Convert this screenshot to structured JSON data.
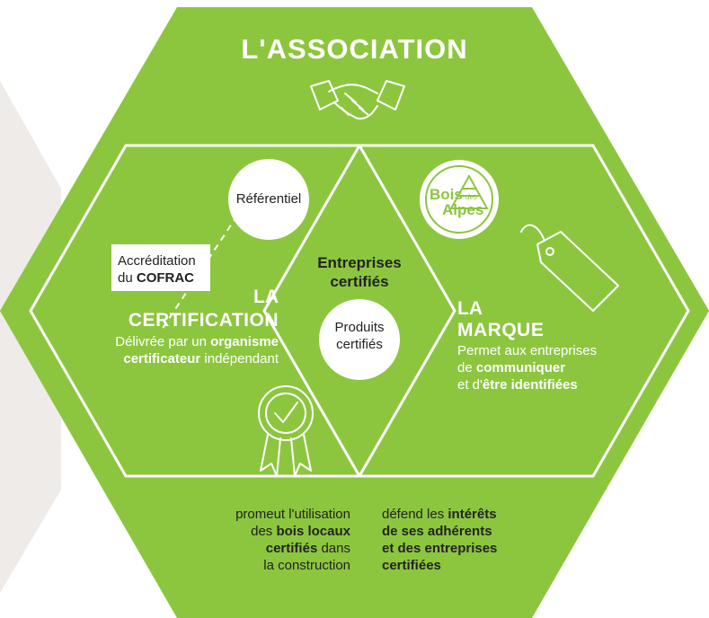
{
  "title": "L'ASSOCIATION",
  "colors": {
    "green": "#8cc63f",
    "left_bg": "#eeebe9",
    "white": "#ffffff",
    "text_dark": "#222222"
  },
  "referentiel": "Référentiel",
  "accreditation": {
    "line1": "Accréditation",
    "line2_prefix": "du ",
    "line2_bold": "COFRAC"
  },
  "certification": {
    "heading1": "LA",
    "heading2": "CERTIFICATION",
    "line1_a": "Délivrée par un ",
    "line1_b": "organisme",
    "line2_a": "certificateur",
    "line2_b": " indépendant"
  },
  "center": {
    "line1": "Entreprises",
    "line2": "certifiés"
  },
  "produits": {
    "line1": "Produits",
    "line2": "certifiés"
  },
  "marque": {
    "heading1": "LA",
    "heading2": "MARQUE",
    "line1": "Permet aux entreprises",
    "line2_a": "de ",
    "line2_b": "communiquer",
    "line3_a": "et d'",
    "line3_b": "être identifiées"
  },
  "logo": {
    "line1": "Bois",
    "small": "des",
    "line2": "Alpes"
  },
  "bottom_left": {
    "line1": "promeut l'utilisation",
    "line2_a": "des ",
    "line2_b": "bois locaux",
    "line3_a": "certifiés",
    "line3_b": " dans",
    "line4": "la construction"
  },
  "bottom_right": {
    "line1_a": "défend les ",
    "line1_b": "intérêts",
    "line2": "de ses adhérents",
    "line3": "et des entreprises",
    "line4": "certifiées"
  },
  "icons": [
    "handshake-icon",
    "certificate-ribbon-icon",
    "price-tag-icon",
    "bois-des-alpes-logo"
  ]
}
